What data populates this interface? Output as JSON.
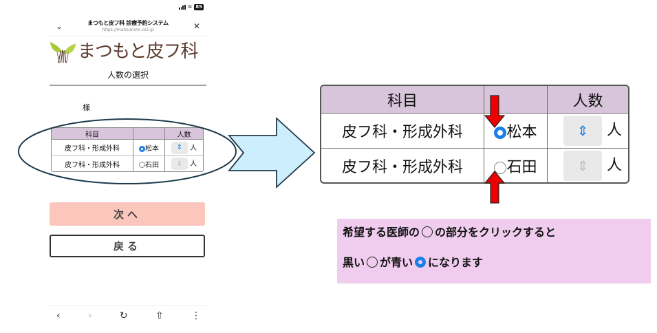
{
  "status_bar": {
    "battery": "85",
    "signal_icon": "cellular-signal-icon",
    "wifi_icon": "wifi-icon"
  },
  "browser": {
    "title": "まつもと皮フ科 診療予約システム",
    "url": "https://matsumoto.cs2.jp",
    "collapse_icon": "chevron-down-icon",
    "close_icon": "close-icon"
  },
  "clinic": {
    "logo_text": "まつもと皮フ科",
    "logo_icon": "leaf-sprout-icon"
  },
  "page": {
    "title": "人数の選択",
    "honorific": "様"
  },
  "table": {
    "headers": [
      "科目",
      "",
      "人数"
    ],
    "rows": [
      {
        "department": "皮フ科・形成外科",
        "doctor": "松本",
        "selected": true,
        "unit": "人"
      },
      {
        "department": "皮フ科・形成外科",
        "doctor": "石田",
        "selected": false,
        "unit": "人"
      }
    ]
  },
  "buttons": {
    "next": "次へ",
    "back": "戻る"
  },
  "bottom_nav": {
    "back": "‹",
    "forward": "›",
    "reload": "↻",
    "share": "⇧",
    "more": "⋮"
  },
  "annotation": {
    "line1_before": "希望する医師の",
    "line1_after": "の部分をクリックすると",
    "line2_a": "黒い",
    "line2_b": "が青い",
    "line2_c": "になります"
  },
  "colors": {
    "accent_blue": "#1a7fe6",
    "header_lavender": "#d8c5db",
    "next_button": "#fbc6bc",
    "note_background": "#f0cdee",
    "arrow_fill": "#cdeefc",
    "red_arrow": "#ee0000",
    "logo_brown": "#5b3a2e"
  }
}
